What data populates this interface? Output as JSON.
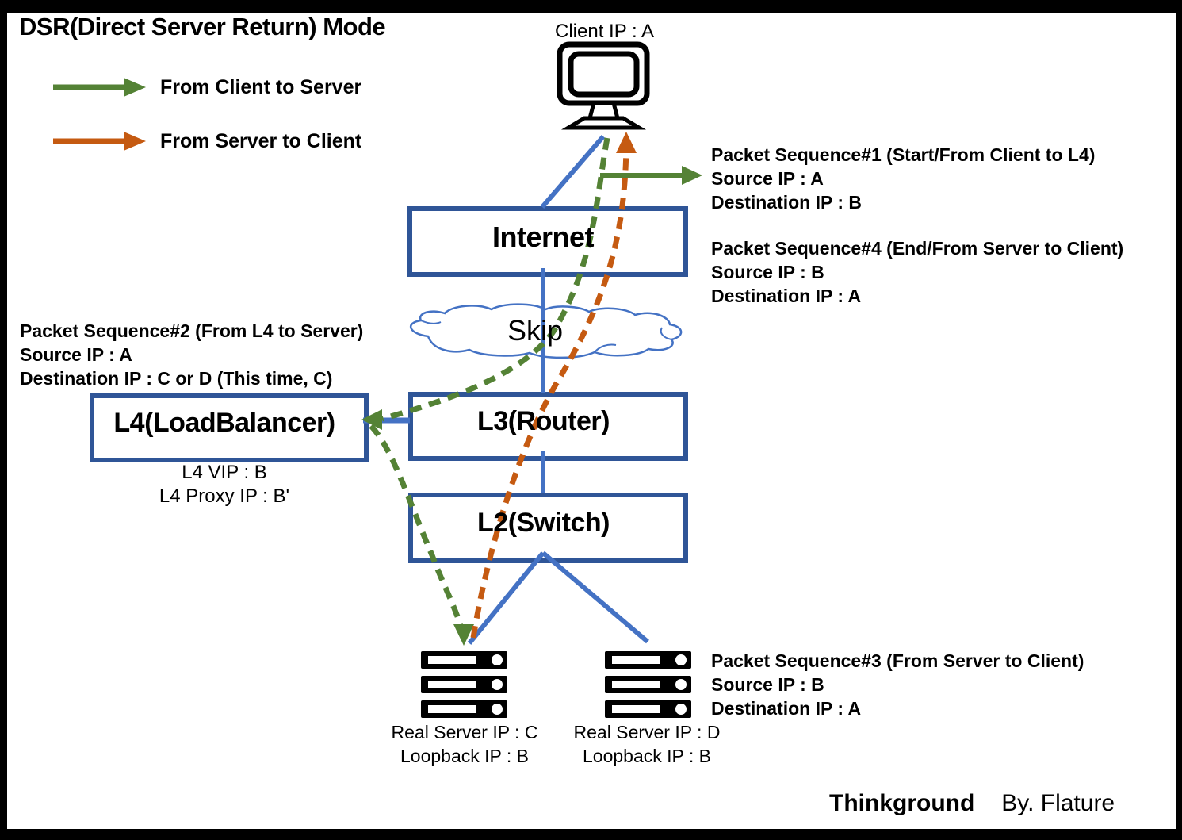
{
  "title": "DSR(Direct Server Return) Mode",
  "legend": {
    "client_to_server": "From Client to Server",
    "server_to_client": "From Server to Client"
  },
  "client_label": "Client IP : A",
  "boxes": {
    "internet": "Internet",
    "l3": "L3(Router)",
    "l2": "L2(Switch)",
    "l4": "L4(LoadBalancer)"
  },
  "cloud_label": "Skip",
  "l4_info": {
    "vip": "L4 VIP : B",
    "proxy": "L4 Proxy IP : B'"
  },
  "servers": {
    "left": {
      "ip": "Real Server IP : C",
      "loopback": "Loopback IP : B"
    },
    "right": {
      "ip": "Real Server IP : D",
      "loopback": "Loopback IP : B"
    }
  },
  "packets": {
    "seq1": {
      "title": "Packet Sequence#1 (Start/From Client to L4)",
      "source": "Source IP : A",
      "destination": "Destination IP : B"
    },
    "seq2": {
      "title": "Packet Sequence#2 (From L4 to Server)",
      "source": "Source IP : A",
      "destination": "Destination IP : C or D (This time, C)"
    },
    "seq3": {
      "title": "Packet Sequence#3 (From Server to Client)",
      "source": "Source IP : B",
      "destination": "Destination IP : A"
    },
    "seq4": {
      "title": "Packet Sequence#4 (End/From Server to Client)",
      "source": "Source IP : B",
      "destination": "Destination IP : A"
    }
  },
  "footer": {
    "brand": "Thinkground",
    "byline": "By. Flature"
  },
  "colors": {
    "flow_green": "#548235",
    "flow_orange": "#C55A11",
    "link_blue": "#4472C4",
    "box_border_blue": "#2F5597"
  }
}
